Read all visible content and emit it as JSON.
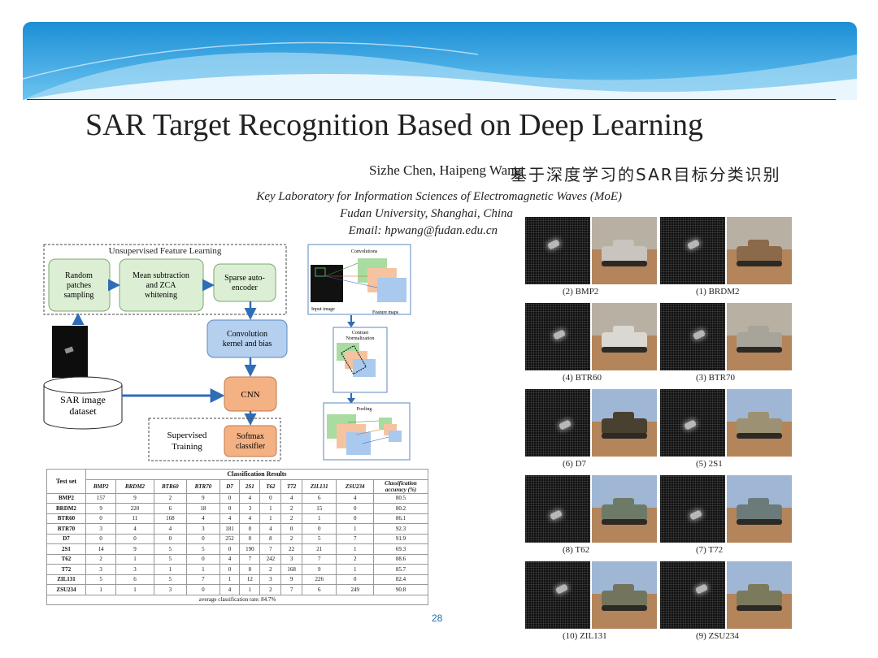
{
  "title": "SAR Target Recognition Based on Deep Learning",
  "authors": "Sizhe Chen, Haipeng Wang",
  "chinese_title": "基于深度学习的SAR目标分类识别",
  "affiliation": {
    "line1": "Key Laboratory for Information Sciences of Electromagnetic Waves (MoE)",
    "line2": "Fudan University, Shanghai, China",
    "line3": "Email: hpwang@fudan.edu.cn"
  },
  "flowchart": {
    "unsupervised_label": "Unsupervised Feature Learning",
    "random": [
      "Random",
      "patches",
      "sampling"
    ],
    "mean": [
      "Mean subtraction",
      "and ZCA",
      "whitening"
    ],
    "sparse": [
      "Sparse auto-",
      "encoder"
    ],
    "kernel": [
      "Convolution",
      "kernel and bias"
    ],
    "cnn": "CNN",
    "dataset": [
      "SAR image",
      "dataset"
    ],
    "supervised": [
      "Supervised",
      "Training"
    ],
    "softmax": [
      "Softmax",
      "classifier"
    ]
  },
  "network_figure": {
    "convolutions": "Convolutions",
    "input_image": "Input image",
    "feature_maps": "Feature maps",
    "contrast": [
      "Contrast",
      "Normalization"
    ],
    "pooling": "Pooling"
  },
  "results_table": {
    "test_set_header": "Test set",
    "group_header": "Classification Results",
    "columns": [
      "BMP2",
      "BRDM2",
      "BTR60",
      "BTR70",
      "D7",
      "2S1",
      "T62",
      "T72",
      "ZIL131",
      "ZSU234"
    ],
    "accuracy_header": [
      "Classification",
      "accuracy (%)"
    ],
    "rows": [
      {
        "label": "BMP2",
        "values": [
          "157",
          "9",
          "2",
          "9",
          "0",
          "4",
          "0",
          "4",
          "6",
          "4"
        ],
        "accuracy": "80.5"
      },
      {
        "label": "BRDM2",
        "values": [
          "9",
          "220",
          "6",
          "18",
          "0",
          "3",
          "1",
          "2",
          "15",
          "0"
        ],
        "accuracy": "80.2"
      },
      {
        "label": "BTR60",
        "values": [
          "0",
          "11",
          "168",
          "4",
          "4",
          "4",
          "1",
          "2",
          "1",
          "0"
        ],
        "accuracy": "86.1"
      },
      {
        "label": "BTR70",
        "values": [
          "3",
          "4",
          "4",
          "3",
          "181",
          "0",
          "4",
          "0",
          "0",
          "1"
        ],
        "accuracy": "92.3"
      },
      {
        "label": "D7",
        "values": [
          "0",
          "0",
          "0",
          "0",
          "252",
          "0",
          "8",
          "2",
          "5",
          "7"
        ],
        "accuracy": "91.9"
      },
      {
        "label": "2S1",
        "values": [
          "14",
          "9",
          "5",
          "5",
          "0",
          "190",
          "7",
          "22",
          "21",
          "1"
        ],
        "accuracy": "69.3"
      },
      {
        "label": "T62",
        "values": [
          "2",
          "1",
          "5",
          "0",
          "4",
          "7",
          "242",
          "3",
          "7",
          "2"
        ],
        "accuracy": "88.6"
      },
      {
        "label": "T72",
        "values": [
          "3",
          "3",
          "1",
          "1",
          "0",
          "8",
          "2",
          "168",
          "9",
          "1"
        ],
        "accuracy": "85.7"
      },
      {
        "label": "ZIL131",
        "values": [
          "5",
          "6",
          "5",
          "7",
          "1",
          "12",
          "3",
          "9",
          "226",
          "0"
        ],
        "accuracy": "82.4"
      },
      {
        "label": "ZSU234",
        "values": [
          "1",
          "1",
          "3",
          "0",
          "4",
          "1",
          "2",
          "7",
          "6",
          "249"
        ],
        "accuracy": "90.8"
      }
    ],
    "footer": "average classification rate: 84.7%"
  },
  "page_number": "28",
  "gallery": [
    {
      "left_caption": "(2)  BMP2",
      "right_caption": "(1)  BRDM2",
      "left_color": "#c9c4bd",
      "right_color": "#8a6a4a"
    },
    {
      "left_caption": "(4)  BTR60",
      "right_caption": "(3)  BTR70",
      "left_color": "#d9d9d2",
      "right_color": "#a8a49a"
    },
    {
      "left_caption": "(6)  D7",
      "right_caption": "(5)  2S1",
      "left_color": "#4a4030",
      "right_color": "#9c9172"
    },
    {
      "left_caption": "(8)  T62",
      "right_caption": "(7)  T72",
      "left_color": "#6e7a68",
      "right_color": "#6a7b7a"
    },
    {
      "left_caption": "(10)  ZIL131",
      "right_caption": "(9)  ZSU234",
      "left_color": "#72745e",
      "right_color": "#7c7a5c"
    }
  ]
}
